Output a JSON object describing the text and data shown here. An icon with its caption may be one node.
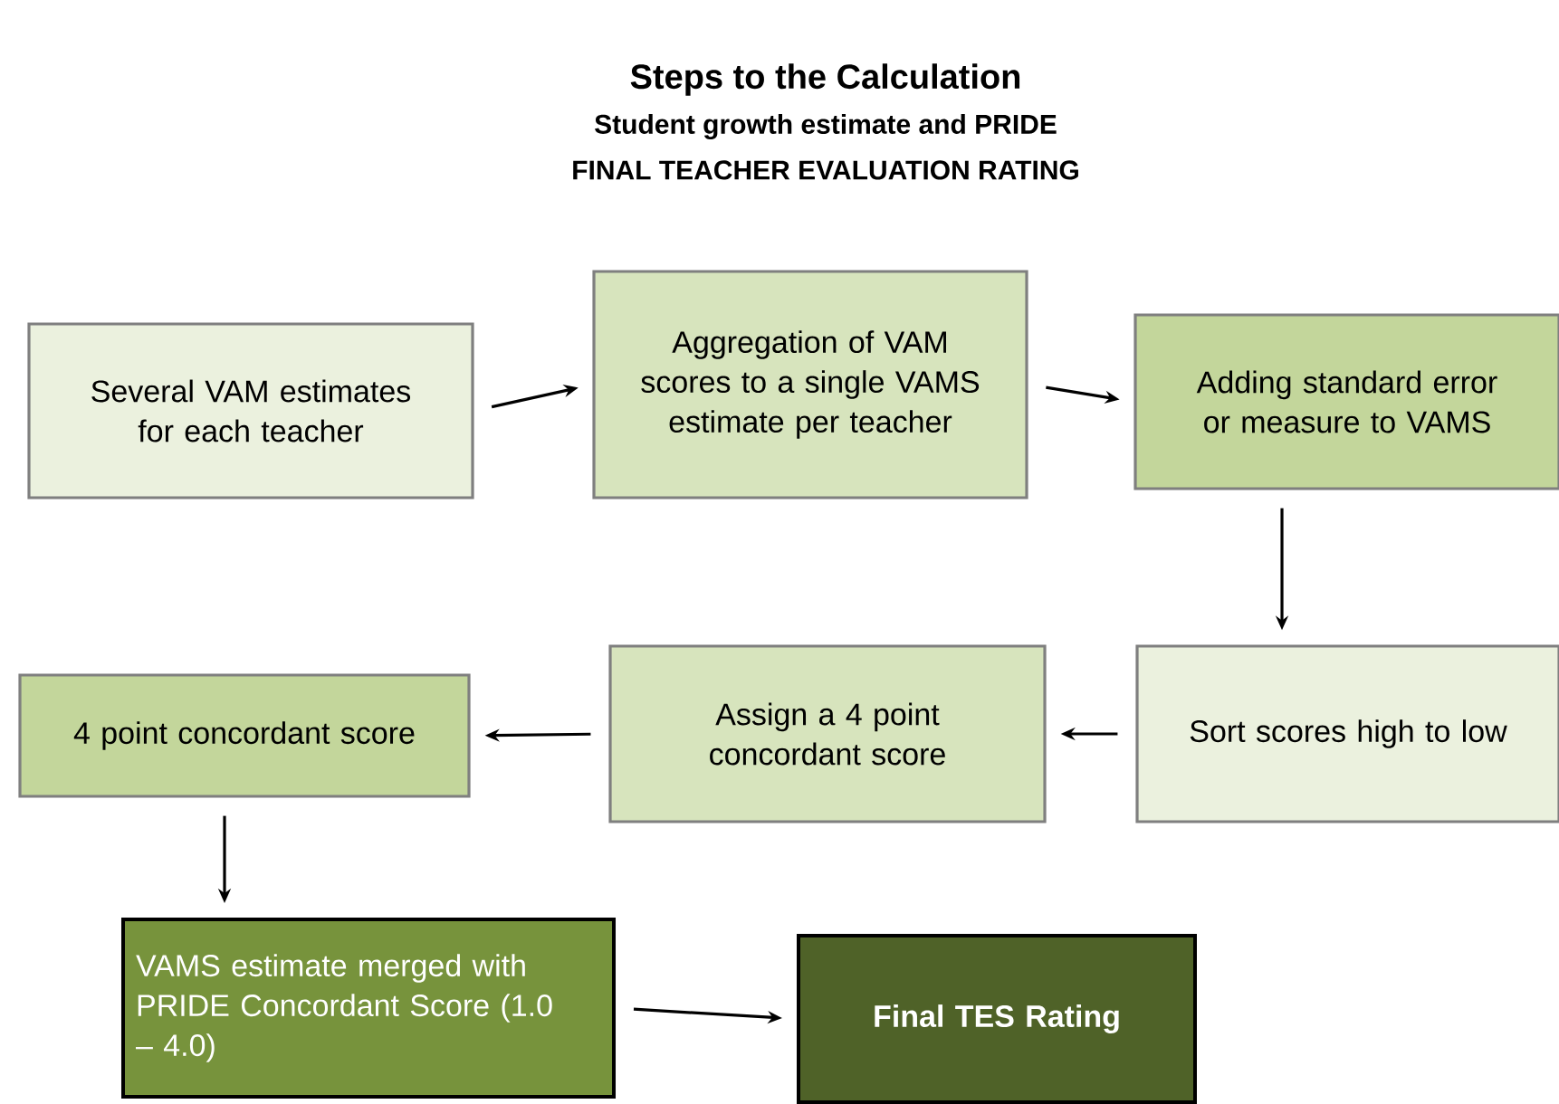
{
  "diagram": {
    "title": "Steps to the Calculation",
    "nodes": [
      {
        "text": [
          "Several VAM estimates for each teacher"
        ]
      },
      {
        "text": [
          "Aggregation of VAM scores to a single VAMS estimate per teacher"
        ]
      },
      {
        "text": [
          "Adding standard error or measure to VAMS"
        ]
      },
      {
        "text": [
          "Sort scores high to low"
        ]
      },
      {
        "text": [
          "Assign a 4 point concordant score"
        ]
      },
      {
        "text": [
          "4 point concordant score"
        ]
      },
      {
        "text": [
          "VAMS estimate merged with PRIDE Concordant Score (1.0 – 4.0)"
        ]
      },
      {
        "text": [
          "Final TES Rating"
        ]
      }
    ],
    "edges": [
      {
        "from": 0,
        "to": 1,
        "arrow": "to"
      },
      {
        "from": 1,
        "to": 2,
        "arrow": "to"
      },
      {
        "from": 2,
        "to": 3,
        "arrow": "to"
      },
      {
        "from": 3,
        "to": 4,
        "arrow": "to"
      },
      {
        "from": 4,
        "to": 5,
        "arrow": "to"
      },
      {
        "from": 5,
        "to": 6,
        "arrow": "to"
      },
      {
        "from": 6,
        "to": 7,
        "arrow": "to"
      }
    ],
    "labels": [
      "Student growth estimate and PRIDE",
      "FINAL TEACHER EVALUATION RATING"
    ]
  }
}
